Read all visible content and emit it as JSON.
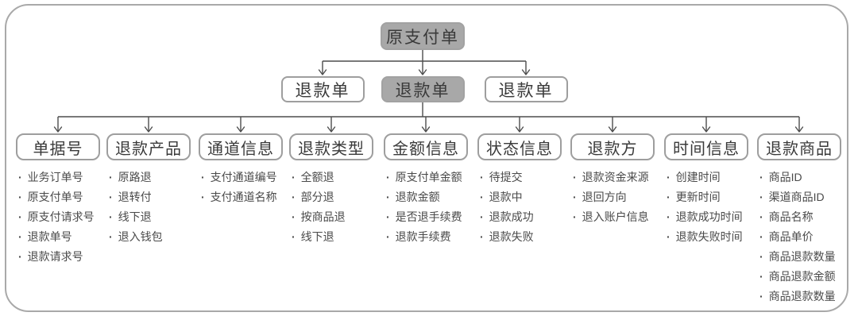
{
  "diagram": {
    "root": {
      "label": "原支付单"
    },
    "level2": [
      {
        "label": "退款单",
        "highlighted": false
      },
      {
        "label": "退款单",
        "highlighted": true
      },
      {
        "label": "退款单",
        "highlighted": false
      }
    ],
    "columns": [
      {
        "title": "单据号",
        "items": [
          "业务订单号",
          "原支付单号",
          "原支付请求号",
          "退款单号",
          "退款请求号"
        ]
      },
      {
        "title": "退款产品",
        "items": [
          "原路退",
          "退转付",
          "线下退",
          "退入钱包"
        ]
      },
      {
        "title": "通道信息",
        "items": [
          "支付通道编号",
          "支付通道名称"
        ]
      },
      {
        "title": "退款类型",
        "items": [
          "全额退",
          "部分退",
          "按商品退",
          "线下退"
        ]
      },
      {
        "title": "金额信息",
        "items": [
          "原支付单金额",
          "退款金额",
          "是否退手续费",
          "退款手续费"
        ]
      },
      {
        "title": "状态信息",
        "items": [
          "待提交",
          "退款中",
          "退款成功",
          "退款失败"
        ]
      },
      {
        "title": "退款方",
        "items": [
          "退款资金来源",
          "退回方向",
          "退入账户信息"
        ]
      },
      {
        "title": "时间信息",
        "items": [
          "创建时间",
          "更新时间",
          "退款成功时间",
          "退款失败时间"
        ]
      },
      {
        "title": "退款商品",
        "items": [
          "商品ID",
          "渠道商品ID",
          "商品名称",
          "商品单价",
          "商品退款数量",
          "商品退款金额",
          "商品退款数量"
        ]
      }
    ],
    "bullet": "·",
    "colors": {
      "node_fill_gray": "#a8a8a8",
      "node_border": "#9e9e9e",
      "node_text": "#3a3a3a",
      "item_text": "#4a4a4a",
      "connector": "#4d4d4d",
      "frame_border": "#a9a9a9"
    }
  }
}
